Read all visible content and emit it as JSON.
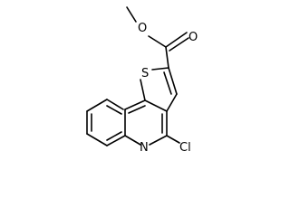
{
  "structure": {
    "atoms": {
      "sulfur": "S",
      "ring_nitrogen": "N",
      "chlorine": "Cl",
      "carbonyl_oxygen": "O",
      "ester_oxygen": "O"
    }
  },
  "colors": {
    "bond": "#000000",
    "background": "#ffffff"
  }
}
